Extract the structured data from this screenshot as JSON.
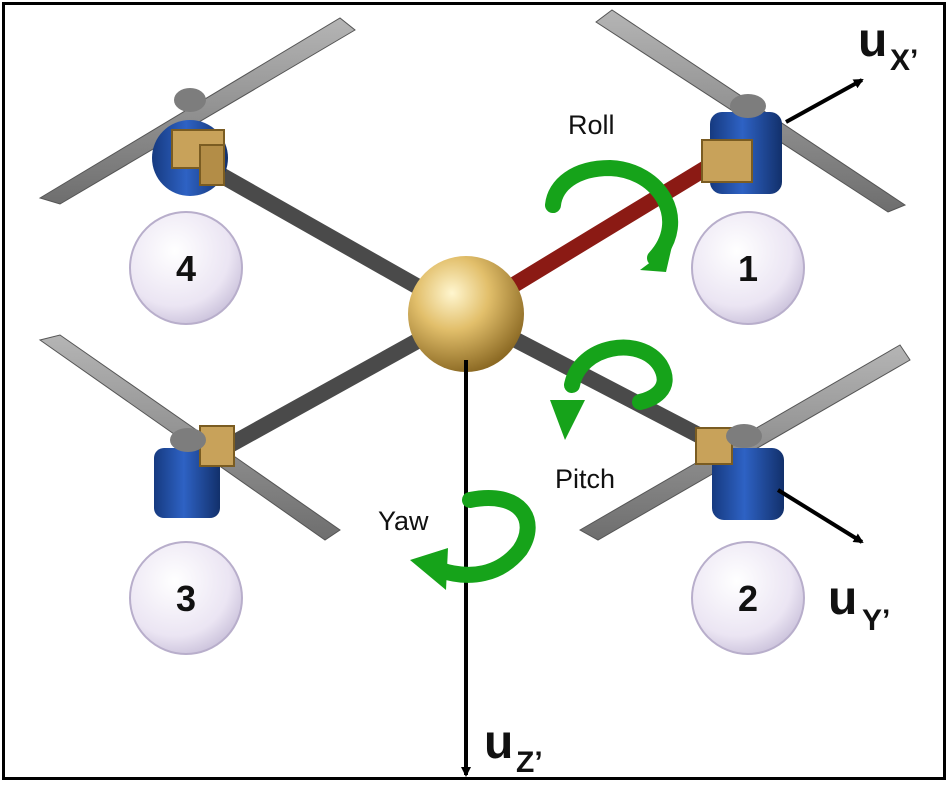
{
  "colors": {
    "arm": "#4a4a4a",
    "roll_arm": "#8b1a14",
    "hub": "#d9b25a",
    "motor": "#1f4fa8",
    "bracket": "#c8a25a",
    "propeller": "#8c8c8c",
    "rotation_arrow": "#16a31a",
    "motor_disc": "#ece6f4"
  },
  "motors": [
    {
      "id": "motor-1",
      "label": "1"
    },
    {
      "id": "motor-2",
      "label": "2"
    },
    {
      "id": "motor-3",
      "label": "3"
    },
    {
      "id": "motor-4",
      "label": "4"
    }
  ],
  "rotations": {
    "roll": "Roll",
    "pitch": "Pitch",
    "yaw": "Yaw"
  },
  "axes": {
    "x": {
      "main": "u",
      "sub": "X’"
    },
    "y": {
      "main": "u",
      "sub": "Y’"
    },
    "z": {
      "main": "u",
      "sub": "Z’"
    }
  }
}
